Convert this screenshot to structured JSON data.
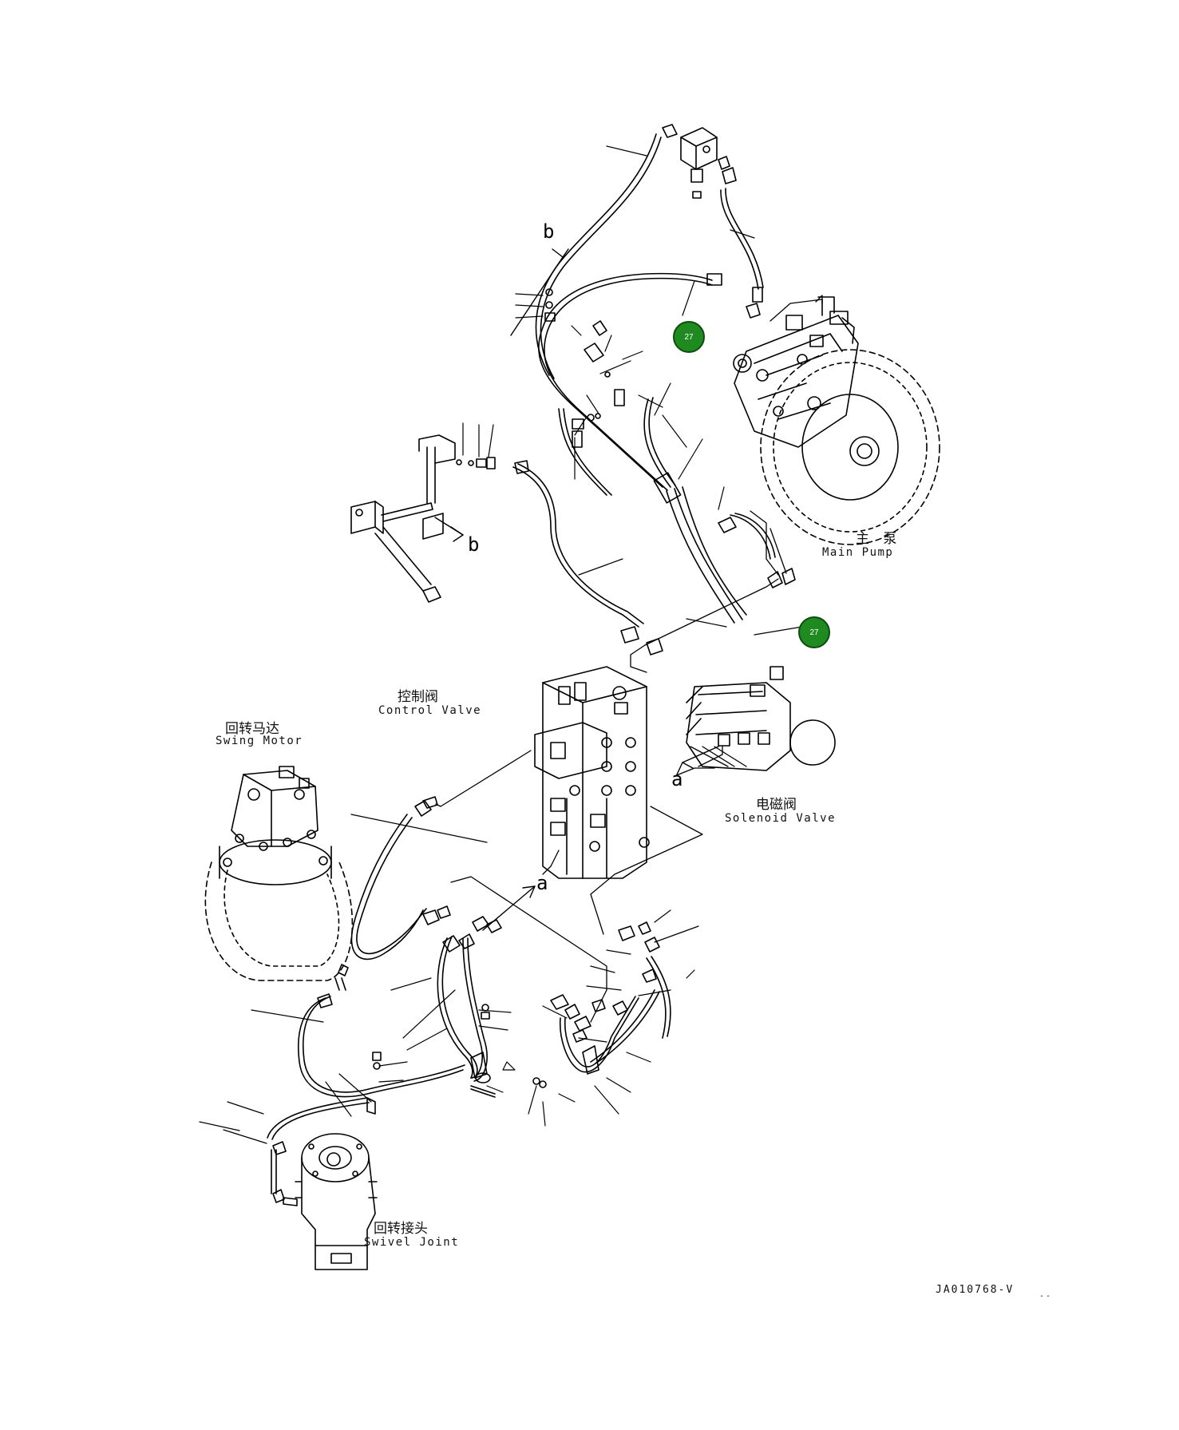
{
  "components": {
    "main_pump": {
      "cn": "主 泵",
      "en": "Main Pump"
    },
    "control_valve": {
      "cn": "控制阀",
      "en": "Control Valve"
    },
    "swing_motor": {
      "cn": "回转马达",
      "en": "Swing Motor"
    },
    "solenoid_valve": {
      "cn": "电磁阀",
      "en": "Solenoid Valve"
    },
    "swivel_joint": {
      "cn": "回转接头",
      "en": "Swivel Joint"
    }
  },
  "callouts": {
    "part_27_upper": "27",
    "part_27_lower": "27"
  },
  "view_markers": {
    "b_top": "b",
    "b_side": "b",
    "a_right": "a",
    "a_center": "a"
  },
  "drawing_code": "JA010768-V",
  "corner_mark": "--",
  "colors": {
    "line": "#000000",
    "badge": "#1f8a1f"
  }
}
